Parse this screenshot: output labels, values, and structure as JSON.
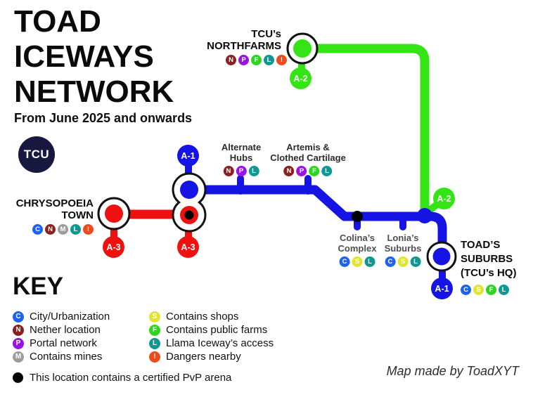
{
  "title": {
    "line1": "TOAD",
    "line2": "ICEWAYS",
    "line3": "NETWORK",
    "subtitle": "From June 2025 and onwards"
  },
  "logo": {
    "text": "TCU",
    "color": "#17173f"
  },
  "credit": "Map made by ToadXYT",
  "line_colors": {
    "blue": "#1514e4",
    "green": "#34e414",
    "red": "#ef1010"
  },
  "badge_colors": {
    "C": "#1e62f0",
    "N": "#8a2020",
    "P": "#9912e6",
    "M": "#9c9c9c",
    "S": "#e2e430",
    "F": "#2cd61e",
    "L": "#109791",
    "!": "#ef4a1e"
  },
  "stations": {
    "northfarms": {
      "line1": "TCU’s",
      "line2": "NORTHFARMS",
      "badges": [
        "N",
        "P",
        "F",
        "L",
        "!"
      ],
      "portal": "A-2"
    },
    "alternate_hubs": {
      "line1": "Alternate",
      "line2": "Hubs",
      "badges": [
        "N",
        "P",
        "L"
      ]
    },
    "artemis": {
      "line1": "Artemis &",
      "line2": "Clothed Cartilage",
      "badges": [
        "N",
        "P",
        "F",
        "L"
      ]
    },
    "chrysopoeia": {
      "line1": "CHRYSOPOEIA",
      "line2": "TOWN",
      "badges": [
        "C",
        "N",
        "M",
        "L",
        "!"
      ],
      "portal": "A-3"
    },
    "interchange": {
      "portal_top": "A-1",
      "portal_bottom": "A-3"
    },
    "colinas": {
      "line1": "Colina’s",
      "line2": "Complex",
      "badges": [
        "C",
        "S",
        "L"
      ]
    },
    "lonias": {
      "line1": "Lonia’s",
      "line2": "Suburbs",
      "badges": [
        "C",
        "S",
        "L"
      ]
    },
    "toads": {
      "line1": "TOAD’S",
      "line2": "SUBURBS",
      "line3": "(TCU’s HQ)",
      "badges": [
        "C",
        "S",
        "F",
        "L"
      ],
      "portal": "A-1"
    },
    "junction_a2": {
      "portal": "A-2"
    }
  },
  "legend": {
    "heading": "KEY",
    "col1": [
      {
        "letter": "C",
        "label": "City/Urbanization"
      },
      {
        "letter": "N",
        "label": "Nether location"
      },
      {
        "letter": "P",
        "label": "Portal network"
      },
      {
        "letter": "M",
        "label": "Contains mines"
      }
    ],
    "col2": [
      {
        "letter": "S",
        "label": "Contains shops"
      },
      {
        "letter": "F",
        "label": "Contains public farms"
      },
      {
        "letter": "L",
        "label": "Llama Iceway’s access"
      },
      {
        "letter": "!",
        "label": "Dangers nearby"
      }
    ],
    "pvp_note": "This location contains a certified PvP arena"
  }
}
